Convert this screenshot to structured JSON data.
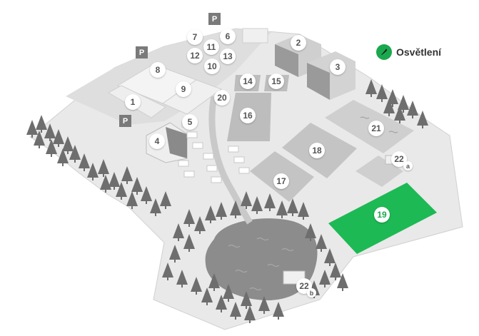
{
  "legend": {
    "label": "Osvětlení",
    "icon": "lamp-icon",
    "color": "#1aa84e"
  },
  "parking": {
    "label": "P"
  },
  "markers": {
    "m1": "1",
    "m2": "2",
    "m3": "3",
    "m4": "4",
    "m5": "5",
    "m6": "6",
    "m7": "7",
    "m8": "8",
    "m9": "9",
    "m10": "10",
    "m11": "11",
    "m12": "12",
    "m13": "13",
    "m14": "14",
    "m15": "15",
    "m16": "16",
    "m17": "17",
    "m18": "18",
    "m19": "19",
    "m20": "20",
    "m21": "21",
    "m22a": "22",
    "m22b": "22"
  },
  "sub": {
    "a": "a",
    "b": "b"
  },
  "highlight": {
    "field": "19",
    "color": "#1db954"
  }
}
